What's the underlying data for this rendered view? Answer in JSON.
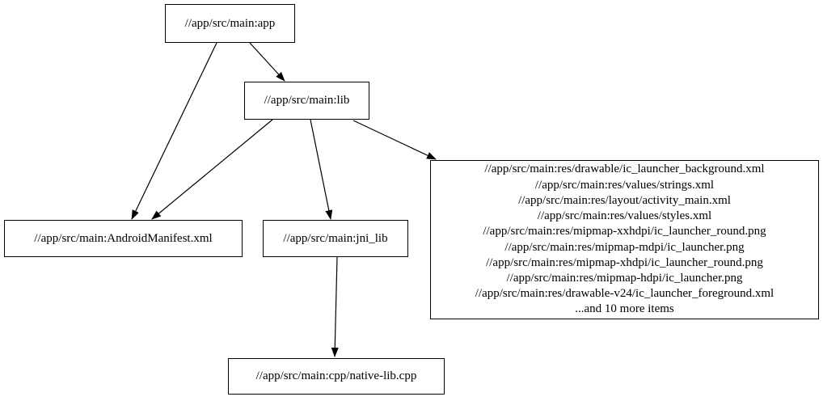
{
  "diagram": {
    "background_color": "#ffffff",
    "node_fill_color": "#ffffff",
    "node_border_color": "#000000",
    "text_color": "#000000",
    "edge_color": "#000000",
    "nodes": {
      "app": {
        "label": "//app/src/main:app"
      },
      "lib": {
        "label": "//app/src/main:lib"
      },
      "manifest": {
        "label": "//app/src/main:AndroidManifest.xml"
      },
      "jni_lib": {
        "label": "//app/src/main:jni_lib"
      },
      "cpp": {
        "label": "//app/src/main:cpp/native-lib.cpp"
      },
      "res_group": {
        "lines": [
          "//app/src/main:res/drawable/ic_launcher_background.xml",
          "//app/src/main:res/values/strings.xml",
          "//app/src/main:res/layout/activity_main.xml",
          "//app/src/main:res/values/styles.xml",
          "//app/src/main:res/mipmap-xxhdpi/ic_launcher_round.png",
          "//app/src/main:res/mipmap-mdpi/ic_launcher.png",
          "//app/src/main:res/mipmap-xhdpi/ic_launcher_round.png",
          "//app/src/main:res/mipmap-hdpi/ic_launcher.png",
          "//app/src/main:res/drawable-v24/ic_launcher_foreground.xml",
          "...and 10 more items"
        ]
      }
    },
    "edges": [
      {
        "from": "app",
        "to": "lib"
      },
      {
        "from": "app",
        "to": "manifest"
      },
      {
        "from": "lib",
        "to": "manifest"
      },
      {
        "from": "lib",
        "to": "jni_lib"
      },
      {
        "from": "lib",
        "to": "res_group"
      },
      {
        "from": "jni_lib",
        "to": "cpp"
      }
    ]
  }
}
